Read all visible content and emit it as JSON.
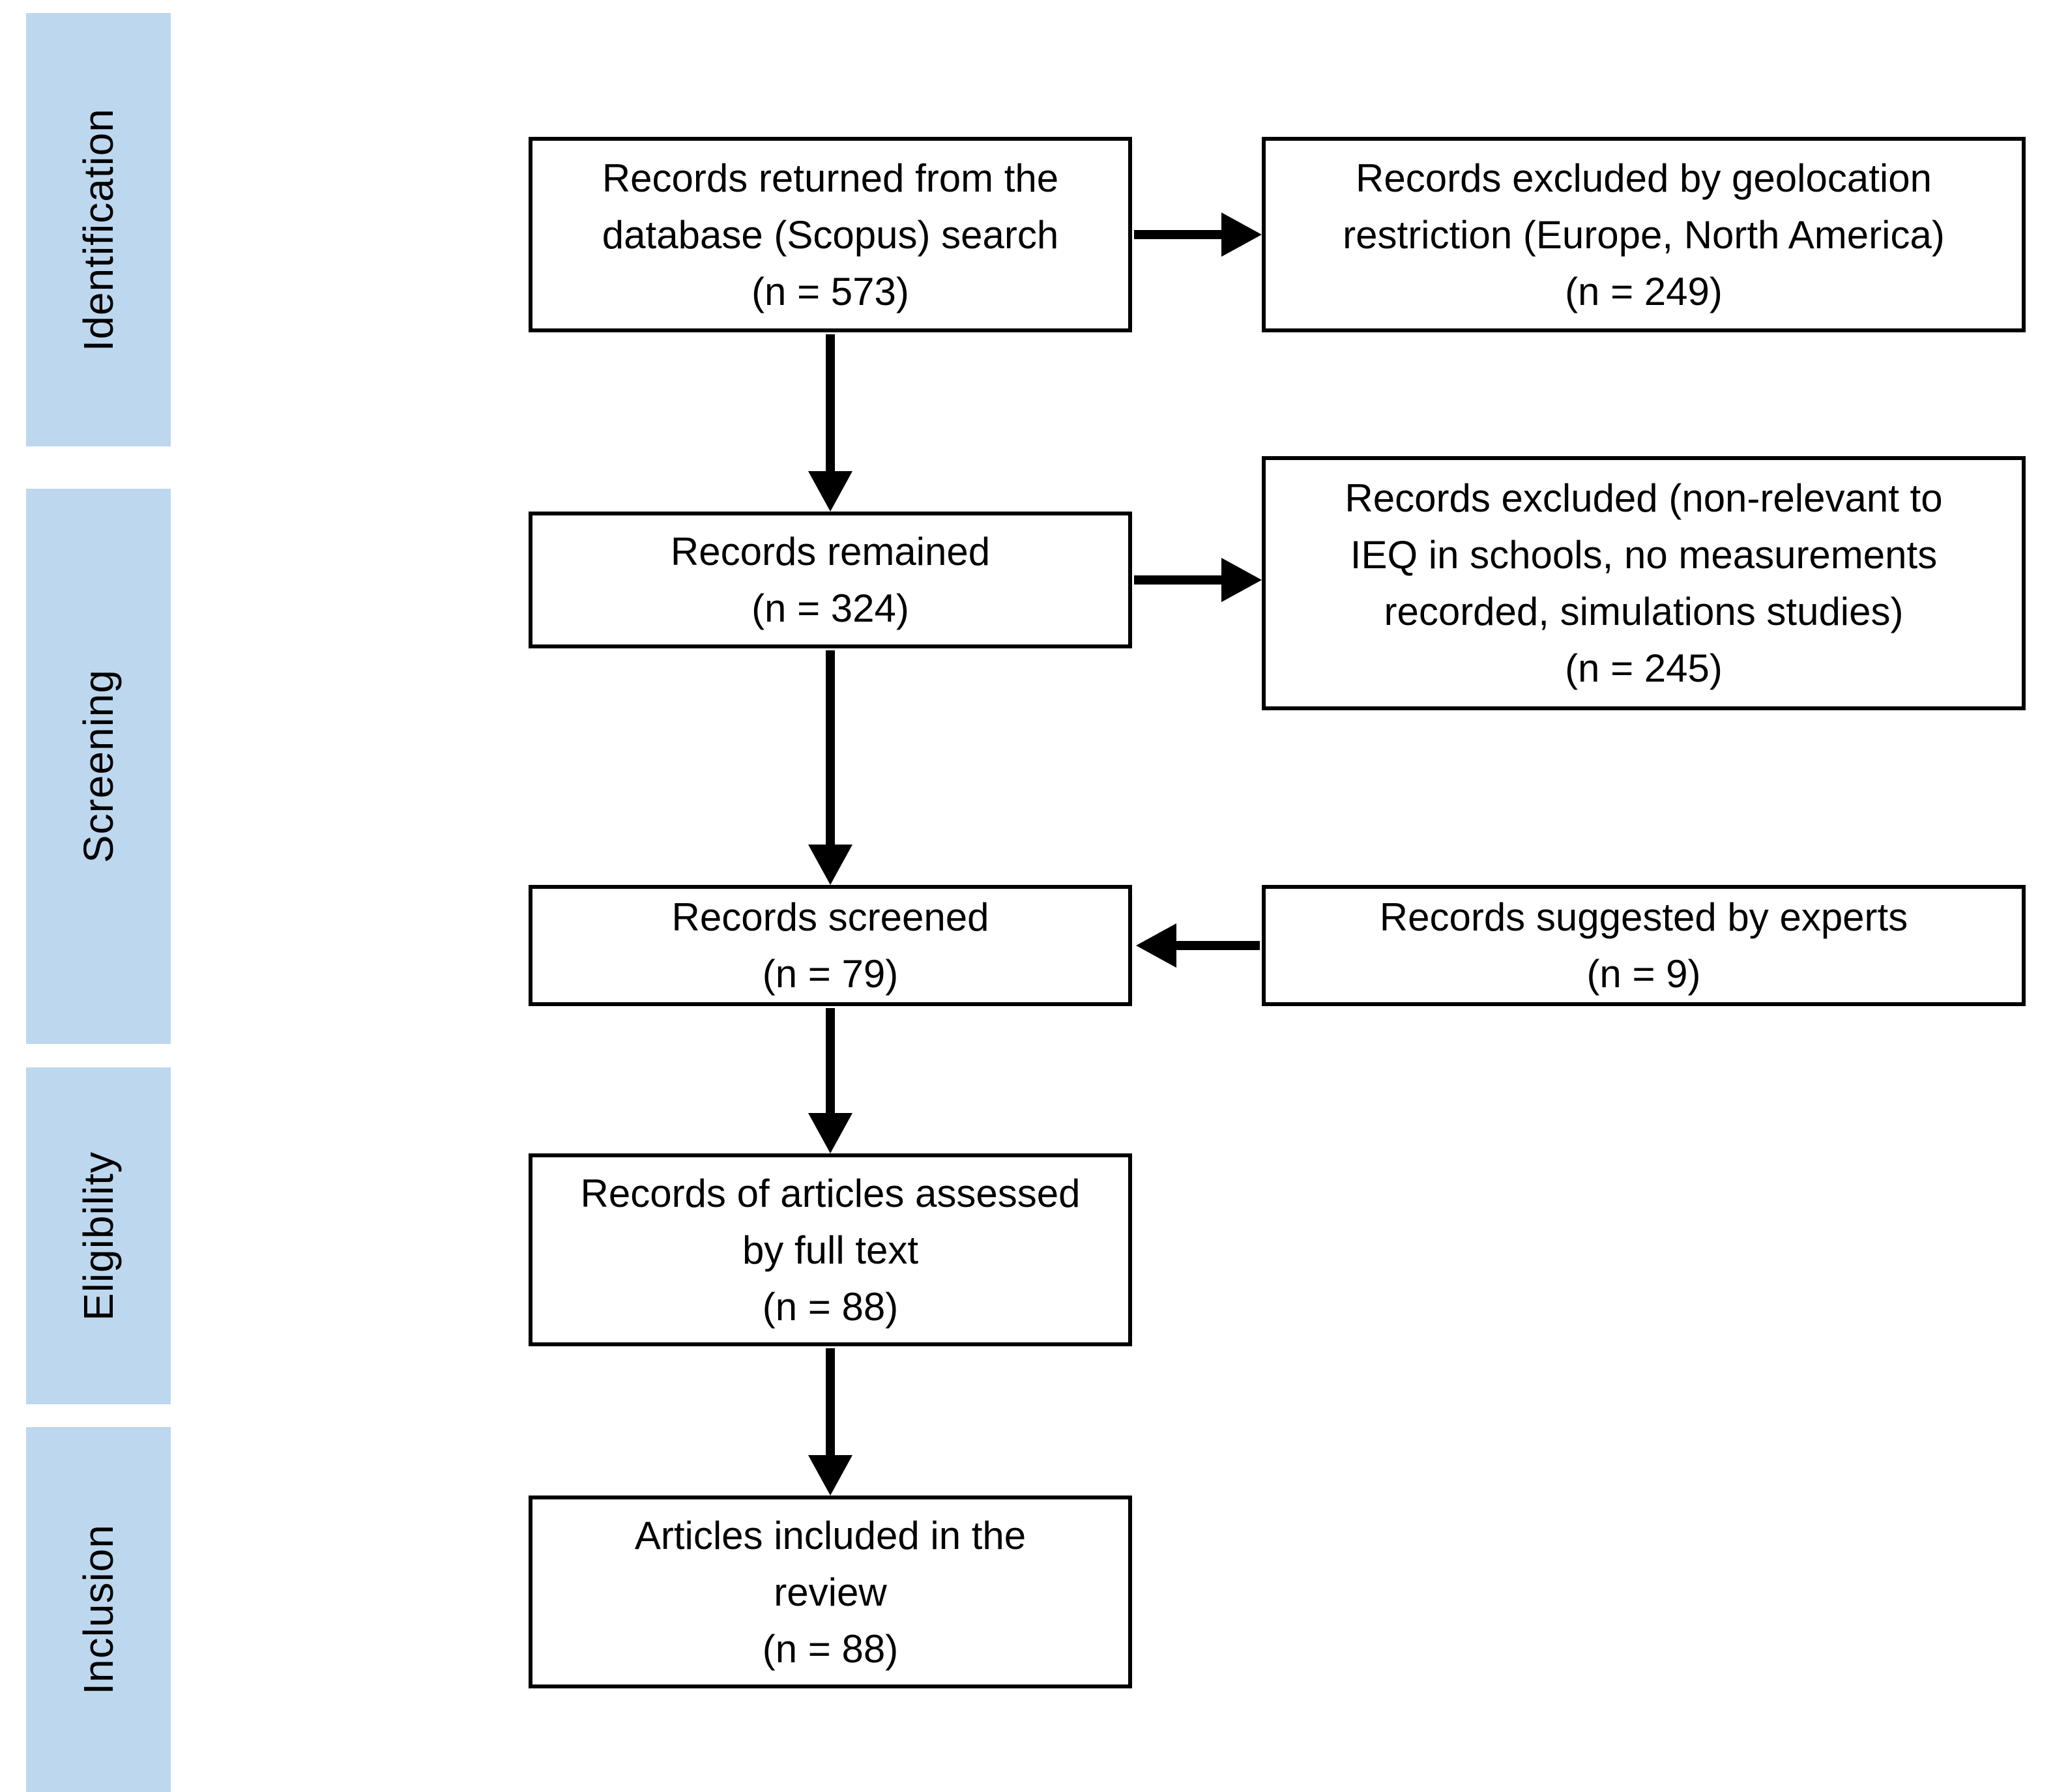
{
  "stages": [
    {
      "label": "Identification"
    },
    {
      "label": "Screening"
    },
    {
      "label": "Eligibility"
    },
    {
      "label": "Inclusion"
    }
  ],
  "boxes": {
    "identification_main": {
      "text": "Records returned from the\ndatabase (Scopus) search",
      "count": "(n = 573)"
    },
    "identification_excluded": {
      "text": "Records excluded by geolocation\nrestriction (Europe, North America)",
      "count": "(n = 249)"
    },
    "screening_remained": {
      "text": "Records remained",
      "count": "(n = 324)"
    },
    "screening_excluded": {
      "text": "Records excluded (non-relevant to\nIEQ in schools, no measurements\nrecorded, simulations studies)",
      "count": "(n = 245)"
    },
    "screening_screened": {
      "text": "Records screened",
      "count": "(n = 79)"
    },
    "screening_experts": {
      "text": "Records suggested by experts",
      "count": "(n = 9)"
    },
    "eligibility_fulltext": {
      "text": "Records of articles assessed\nby full text",
      "count": "(n = 88)"
    },
    "inclusion_included": {
      "text": "Articles included in the\nreview",
      "count": "(n = 88)"
    }
  },
  "colors": {
    "stage_fill": "#BDD7EE",
    "box_border": "#000000",
    "arrow": "#000000",
    "text_color": "#000000",
    "box_fill": "#FFFFFF"
  }
}
